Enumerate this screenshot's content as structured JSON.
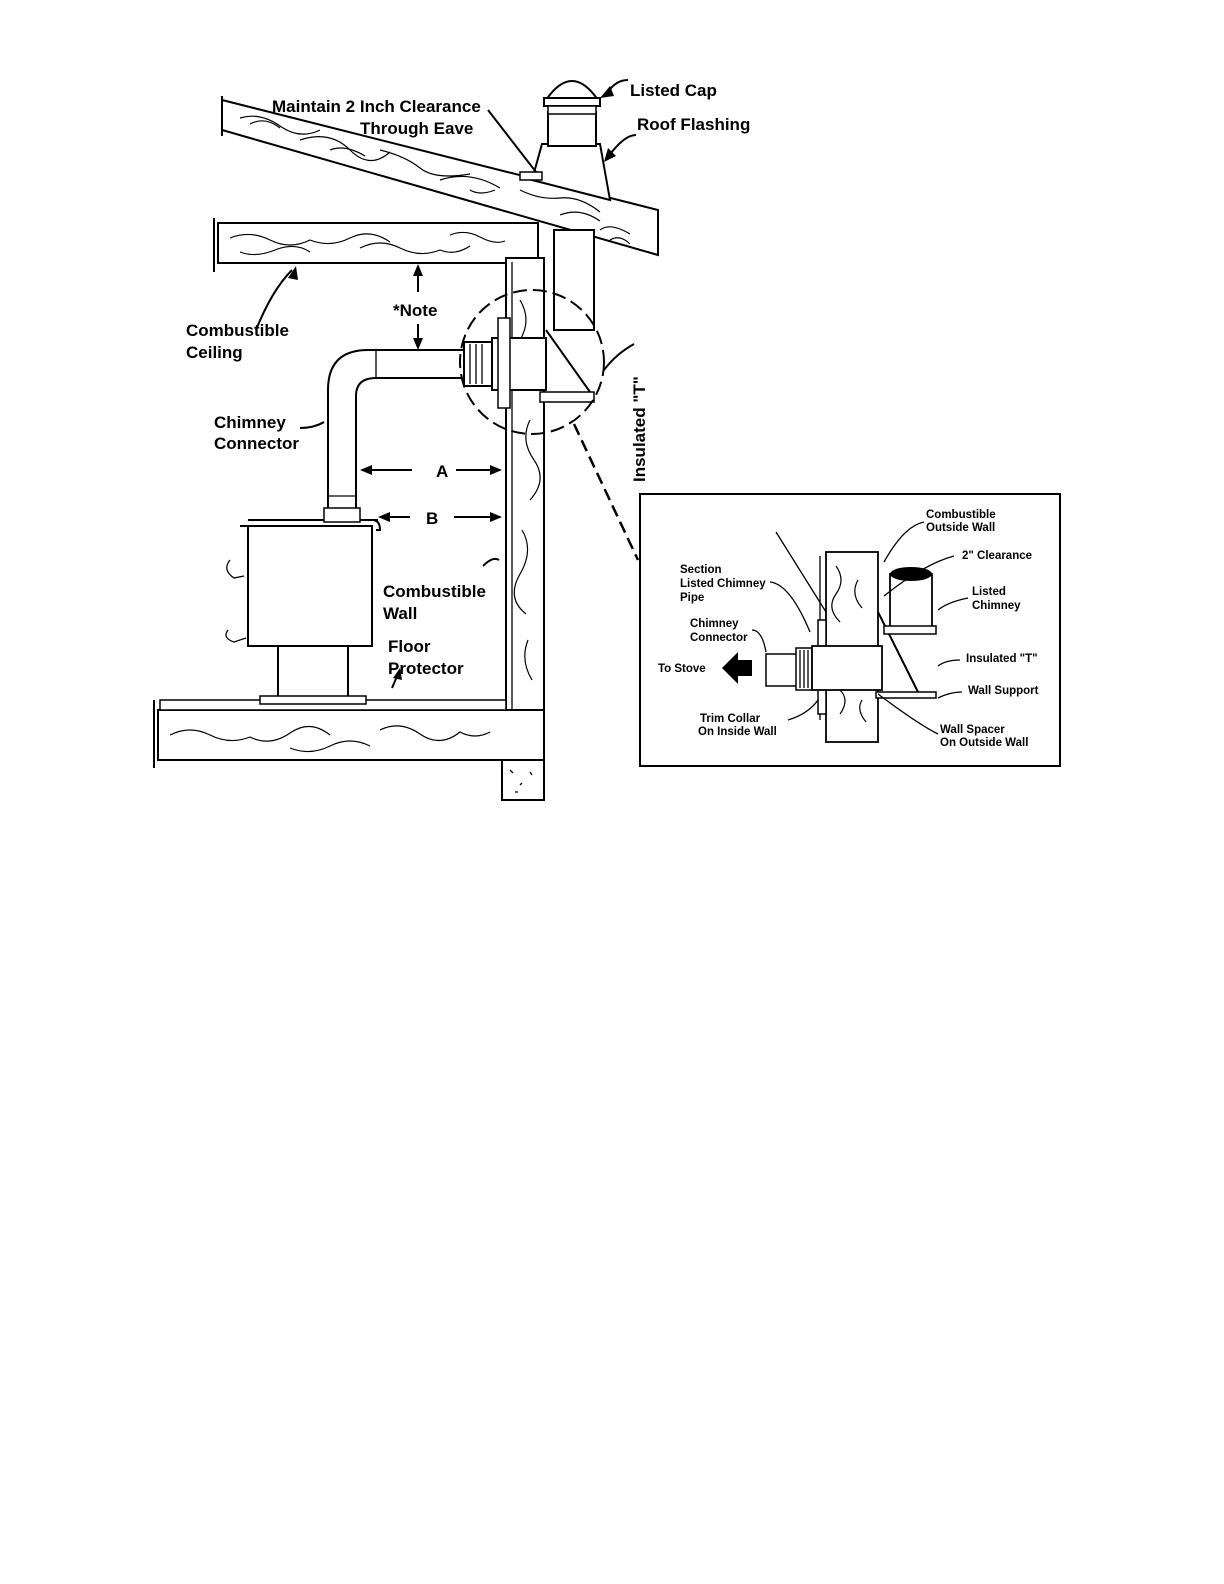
{
  "main_diagram": {
    "labels": {
      "listed_cap": "Listed Cap",
      "roof_flashing": "Roof Flashing",
      "clearance_line1": "Maintain 2 Inch Clearance",
      "clearance_line2": "Through Eave",
      "note": "*Note",
      "combustible_ceiling_1": "Combustible",
      "combustible_ceiling_2": "Ceiling",
      "chimney_connector_1": "Chimney",
      "chimney_connector_2": "Connector",
      "dim_a": "A",
      "dim_b": "B",
      "combustible_wall_1": "Combustible",
      "combustible_wall_2": "Wall",
      "floor_protector_1": "Floor",
      "floor_protector_2": "Protector",
      "insulated_t": "Insulated \"T\""
    }
  },
  "detail_inset": {
    "labels": {
      "combustible_outside_wall_1": "Combustible",
      "combustible_outside_wall_2": "Outside Wall",
      "clearance_2in": "2\" Clearance",
      "section_1": "Section",
      "section_2": "Listed Chimney",
      "section_3": "Pipe",
      "listed_chimney_1": "Listed",
      "listed_chimney_2": "Chimney",
      "chimney_connector_1": "Chimney",
      "chimney_connector_2": "Connector",
      "to_stove": "To Stove",
      "insulated_t": "Insulated \"T\"",
      "wall_support": "Wall Support",
      "trim_collar_1": "Trim Collar",
      "trim_collar_2": "On Inside Wall",
      "wall_spacer_1": "Wall Spacer",
      "wall_spacer_2": "On Outside Wall"
    }
  }
}
